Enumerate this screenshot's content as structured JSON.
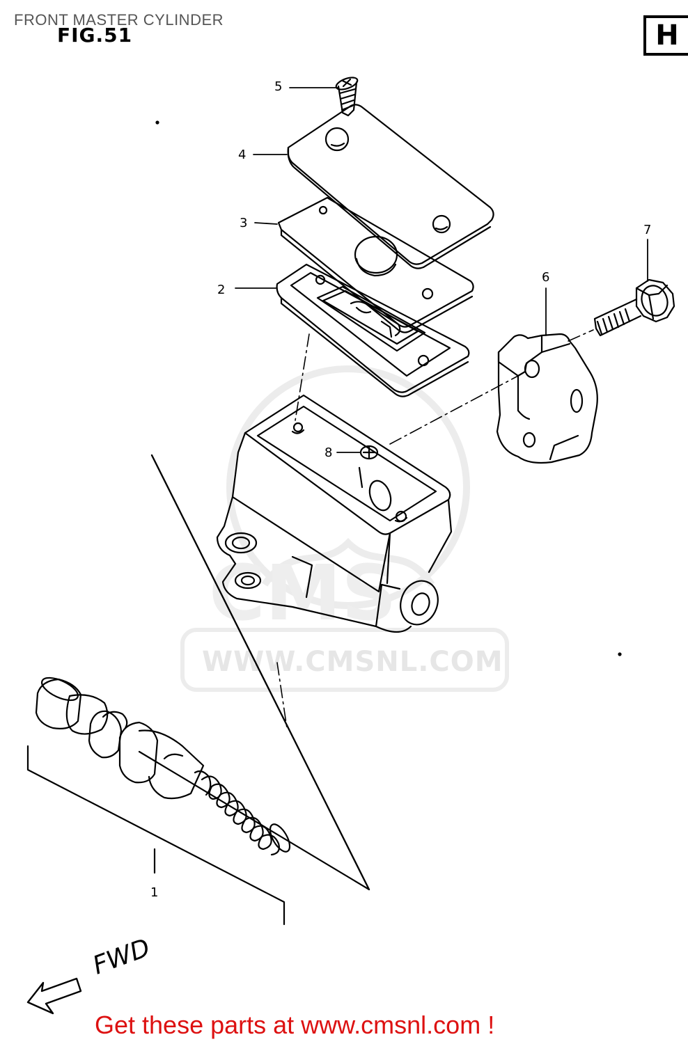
{
  "header": {
    "title": "FRONT MASTER CYLINDER",
    "figure": "FIG.51",
    "section": "H"
  },
  "callouts": [
    "1",
    "2",
    "3",
    "4",
    "5",
    "6",
    "7",
    "8"
  ],
  "watermark": "WWW.CMSNL.COM",
  "direction": "FWD",
  "footer": {
    "cta": "Get these parts at www.cmsnl.com !"
  },
  "colors": {
    "line": "#000000",
    "cta": "#dd1111",
    "watermark": "#e6e6e6"
  }
}
